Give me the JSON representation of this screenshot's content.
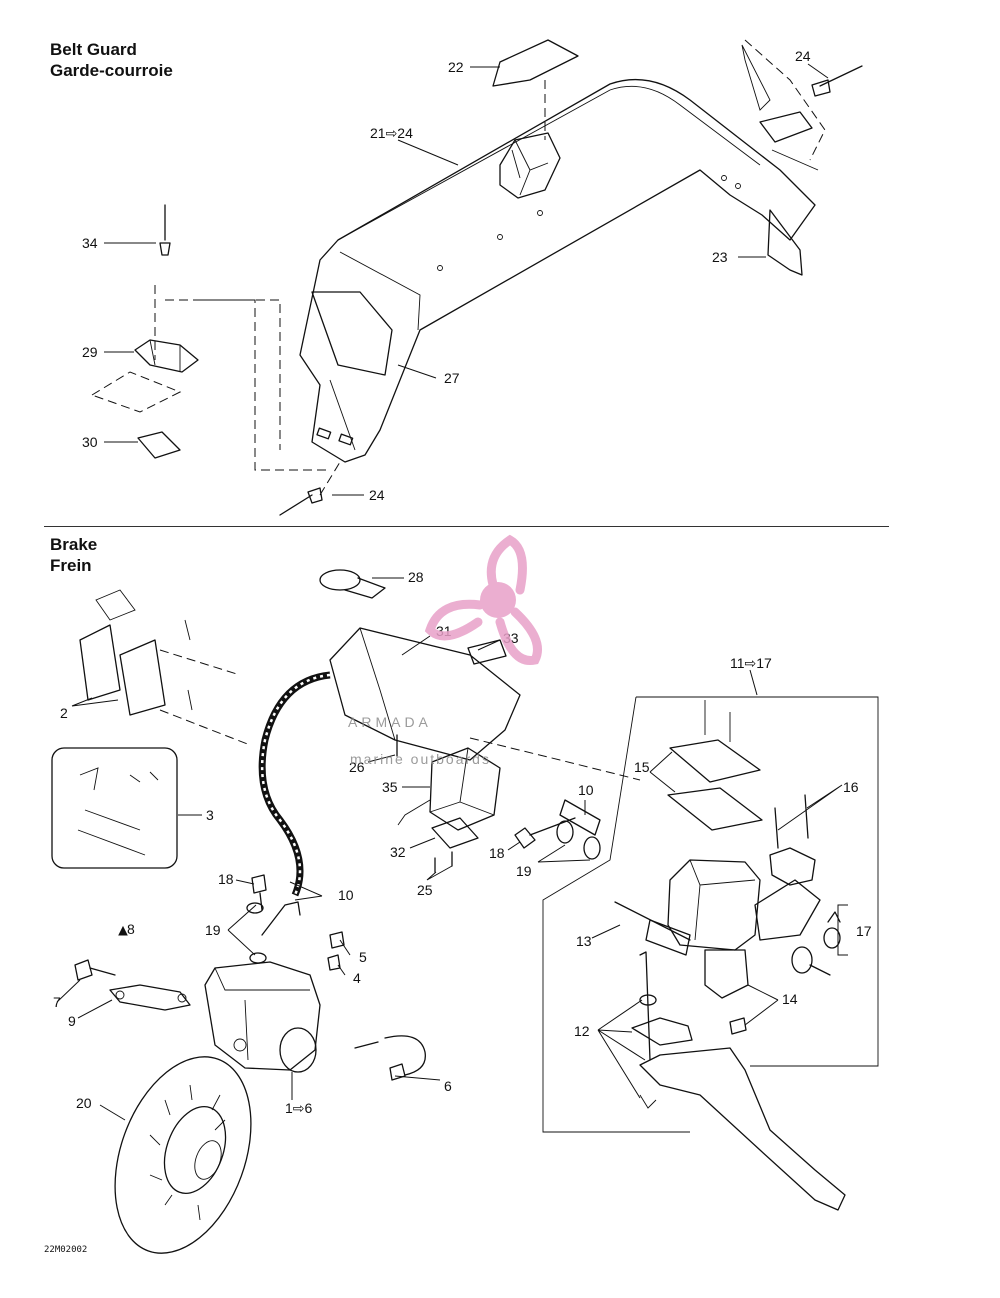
{
  "sections": {
    "belt_guard": {
      "title_en": "Belt Guard",
      "title_fr": "Garde-courroie"
    },
    "brake": {
      "title_en": "Brake",
      "title_fr": "Frein"
    }
  },
  "watermark": {
    "name": "ARMADA",
    "tagline": "marine outboards",
    "accent_color": "#e8a0c8",
    "icon": "propeller-logo-icon"
  },
  "callouts": {
    "c22": "22",
    "c24a": "24",
    "c21": "21⇨24",
    "c34": "34",
    "c29": "29",
    "c27": "27",
    "c30": "30",
    "c23": "23",
    "c24b": "24",
    "c28": "28",
    "c31": "31",
    "c33": "33",
    "c2": "2",
    "c3": "3",
    "c11": "11⇨17",
    "c26": "26",
    "c35": "35",
    "c15": "15",
    "c16": "16",
    "c10a": "10",
    "c32": "32",
    "c18a": "18",
    "c19a": "19",
    "c25": "25",
    "c18b": "18",
    "c10b": "10",
    "c13": "13",
    "c17": "17",
    "c8": "8",
    "c19b": "19",
    "c5": "5",
    "c4": "4",
    "c7": "7",
    "c14": "14",
    "c9": "9",
    "c12": "12",
    "c6": "6",
    "c20": "20",
    "c1": "1⇨6"
  },
  "drawing_code": "22M02002",
  "colors": {
    "line": "#111111",
    "background": "#ffffff"
  }
}
